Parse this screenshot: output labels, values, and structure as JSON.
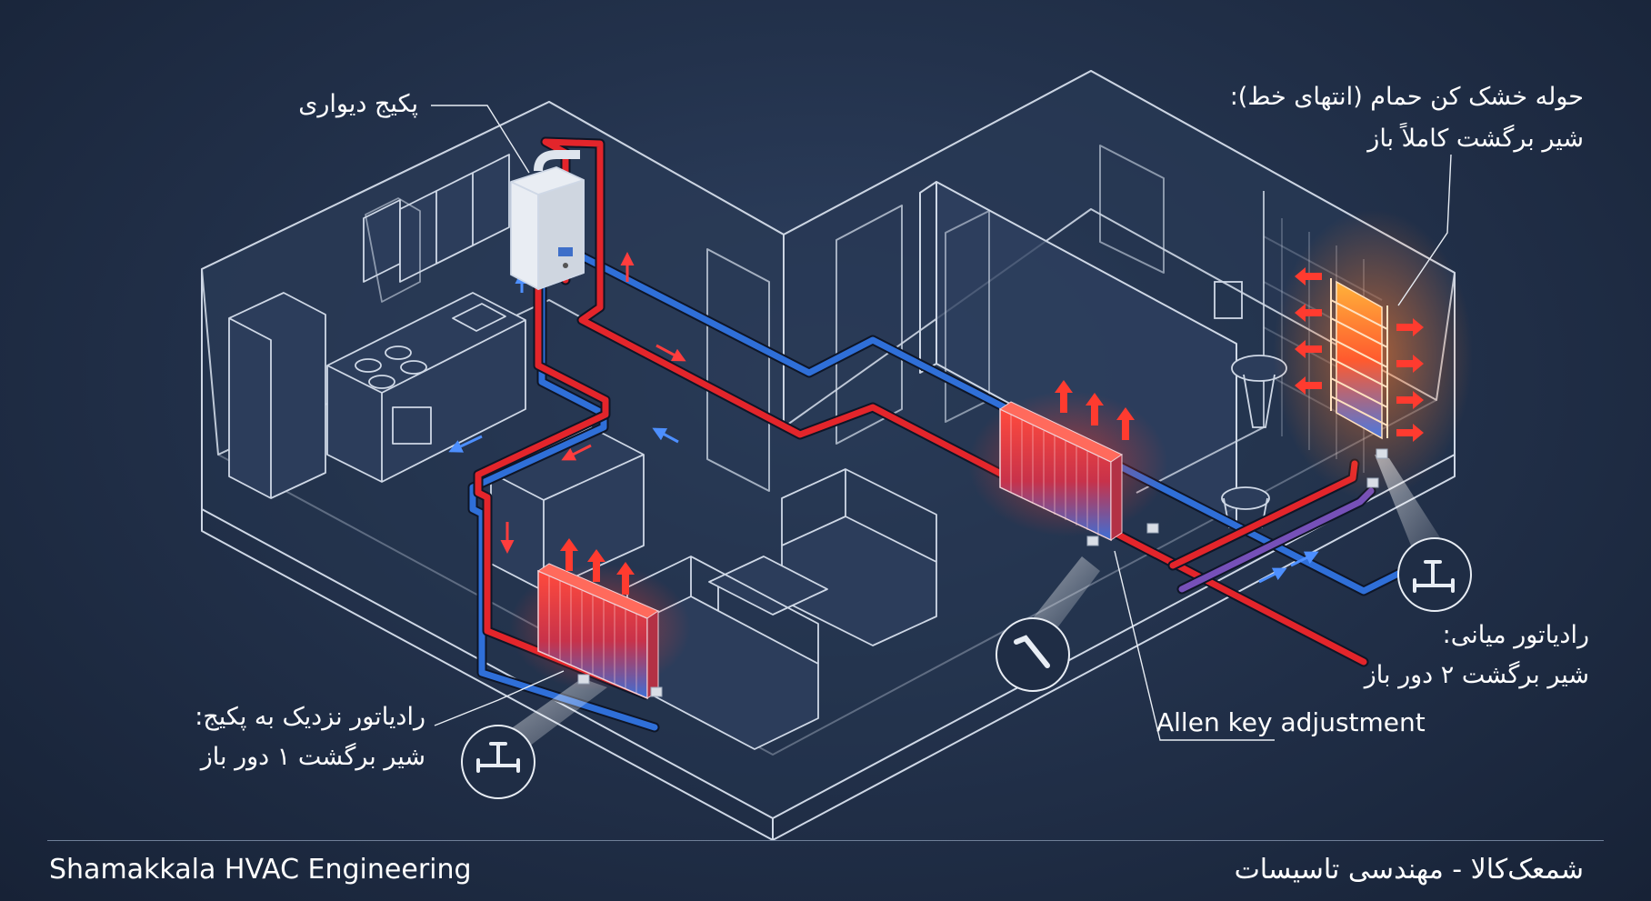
{
  "labels": {
    "boiler": "پکیج دیواری",
    "towel_line1": "حوله خشک کن حمام (انتهای خط):",
    "towel_line2": "شیر برگشت کاملاً باز",
    "middle_line1": "رادیاتور میانی:",
    "middle_line2": "شیر برگشت ۲ دور باز",
    "near_line1": "رادیاتور نزدیک به پکیج:",
    "near_line2": "شیر برگشت ۱ دور باز",
    "allen": "Allen key adjustment"
  },
  "footer": {
    "left": "Shamakkala HVAC Engineering",
    "right": "شمعک‌کالا - مهندسی تاسیسات"
  },
  "colors": {
    "supply": "#e3252b",
    "return": "#2f6fd8",
    "wireframe": "#cfd8e6",
    "background": "#23324c"
  },
  "icons": [
    "boiler-icon",
    "radiator-icon",
    "towel-warmer-icon",
    "valve-icon",
    "allen-key-icon",
    "flow-arrow-icon",
    "heat-arrow-icon"
  ]
}
